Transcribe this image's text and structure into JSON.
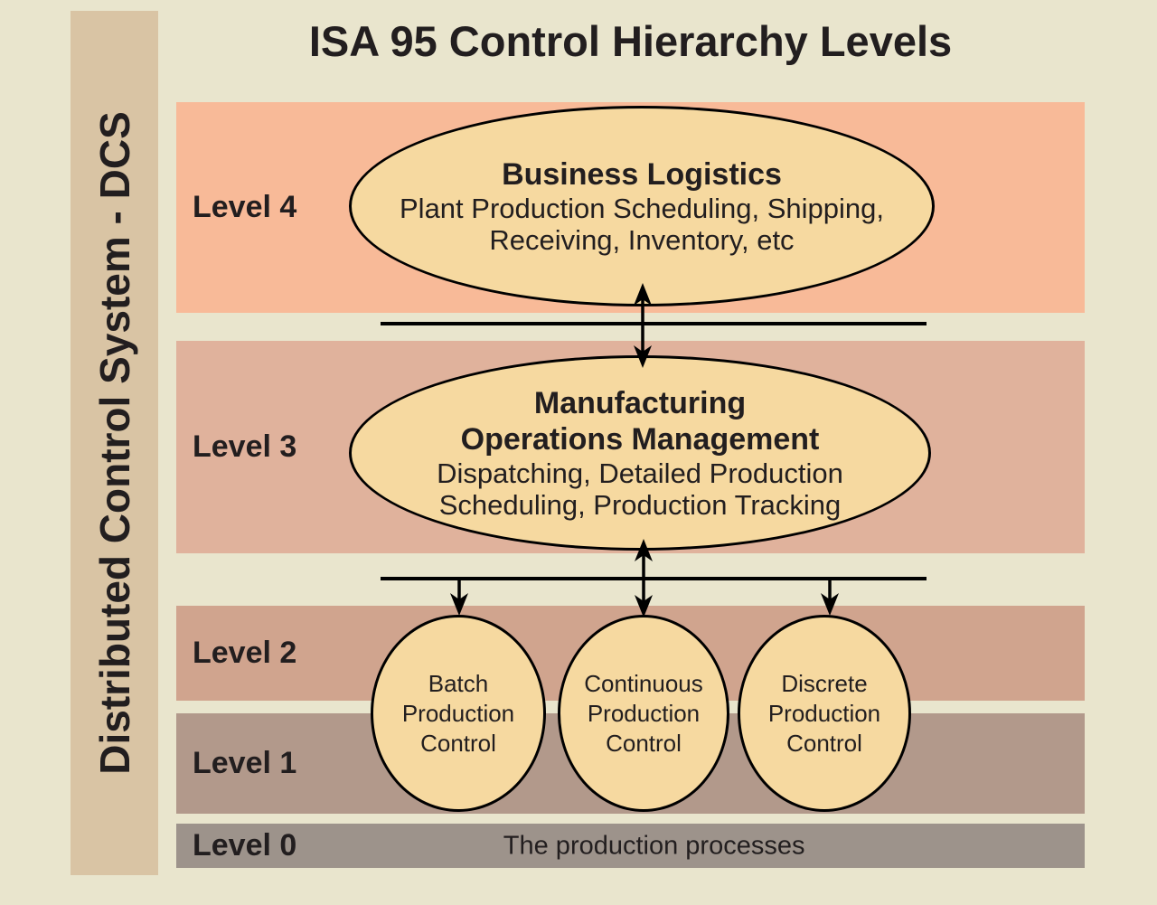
{
  "title": "ISA 95 Control Hierarchy Levels",
  "sidebar": {
    "label": "Distributed Control System - DCS",
    "background": "#d9c4a4"
  },
  "palette": {
    "page_background": "#e9e5cd",
    "ellipse_fill": "#f6d9a0",
    "ellipse_stroke": "#000000",
    "connector_color": "#000000",
    "text_color": "#221e1f"
  },
  "levels": [
    {
      "label": "Level 4",
      "color": "#f8ba98"
    },
    {
      "label": "Level 3",
      "color": "#e0b29c"
    },
    {
      "label": "Level 2",
      "color": "#d0a48e"
    },
    {
      "label": "Level 1",
      "color": "#b2998b"
    },
    {
      "label": "Level 0",
      "color": "#9d938b",
      "content": "The production processes"
    }
  ],
  "nodes": {
    "business_logistics": {
      "title": "Business Logistics",
      "line1": "Plant Production Scheduling, Shipping,",
      "line2": "Receiving, Inventory, etc"
    },
    "manufacturing_ops": {
      "title1": "Manufacturing",
      "title2": "Operations Management",
      "line1": "Dispatching, Detailed Production",
      "line2": "Scheduling, Production Tracking"
    },
    "batch": {
      "line1": "Batch",
      "line2": "Production",
      "line3": "Control"
    },
    "continuous": {
      "line1": "Continuous",
      "line2": "Production",
      "line3": "Control"
    },
    "discrete": {
      "line1": "Discrete",
      "line2": "Production",
      "line3": "Control"
    }
  }
}
